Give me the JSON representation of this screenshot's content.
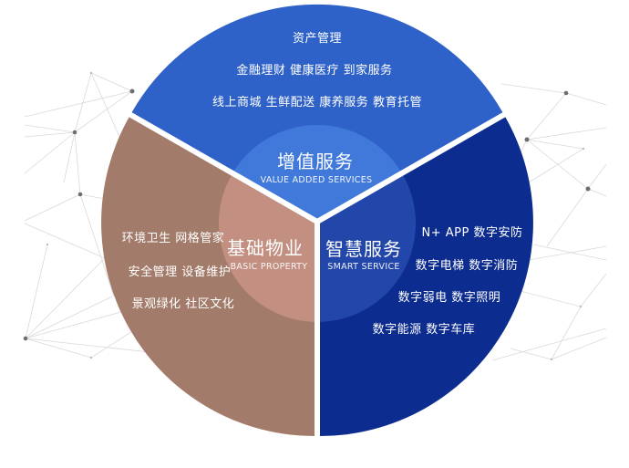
{
  "diagram": {
    "type": "three-sector circular service diagram",
    "colors": {
      "value_added_outer": "#2F62C9",
      "value_added_inner": "#4079DA",
      "basic_property_outer": "#A37B6A",
      "basic_property_inner": "#C28F81",
      "smart_service_outer": "#0C2C8F",
      "smart_service_inner": "#2246A9",
      "divider": "#ffffff",
      "network_lines": "#d6d6d6",
      "network_nodes": "#6b6b6b"
    },
    "sectors": {
      "value_added": {
        "title_cn": "增值服务",
        "title_en": "VALUE ADDED SERVICES",
        "rows": [
          "资产管理",
          "金融理财  健康医疗  到家服务",
          "线上商城  生鲜配送  康养服务  教育托管"
        ]
      },
      "basic_property": {
        "title_cn": "基础物业",
        "title_en": "BASIC PROPERTY",
        "rows": [
          "环境卫生  网格管家",
          "安全管理  设备维护",
          "景观绿化  社区文化"
        ]
      },
      "smart_service": {
        "title_cn": "智慧服务",
        "title_en": "SMART SERVICE",
        "rows": [
          "N+  APP  数字安防",
          "数字电梯  数字消防",
          "数字弱电  数字照明",
          "数字能源  数字车库"
        ]
      }
    }
  }
}
